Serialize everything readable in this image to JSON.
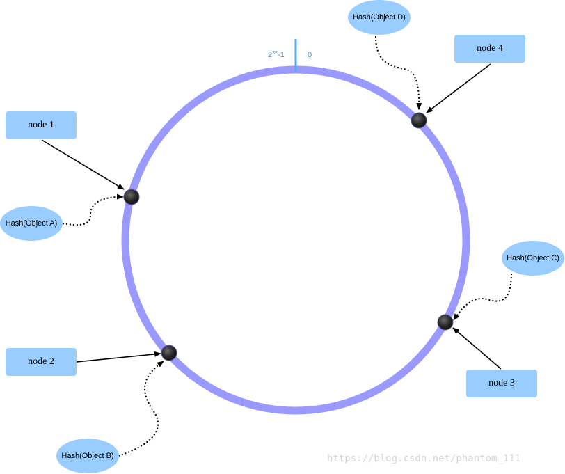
{
  "ring": {
    "max_label_base": "2",
    "max_label_exp": "32",
    "max_label_suffix": "-1",
    "zero_label": "0",
    "color": "#9999ff",
    "marker_color": "#5aaaf0"
  },
  "nodes": [
    {
      "id": "node1",
      "label": "node 1"
    },
    {
      "id": "node2",
      "label": "node 2"
    },
    {
      "id": "node3",
      "label": "node 3"
    },
    {
      "id": "node4",
      "label": "node 4"
    }
  ],
  "objects": [
    {
      "id": "A",
      "label": "Hash(Object A)"
    },
    {
      "id": "B",
      "label": "Hash(Object B)"
    },
    {
      "id": "C",
      "label": "Hash(Object C)"
    },
    {
      "id": "D",
      "label": "Hash(Object D)"
    }
  ],
  "colors": {
    "box_fill": "#99ccff",
    "dot_fill": "#2b2b2b",
    "arrow": "#000000"
  },
  "watermark": "https://blog.csdn.net/phantom_111"
}
